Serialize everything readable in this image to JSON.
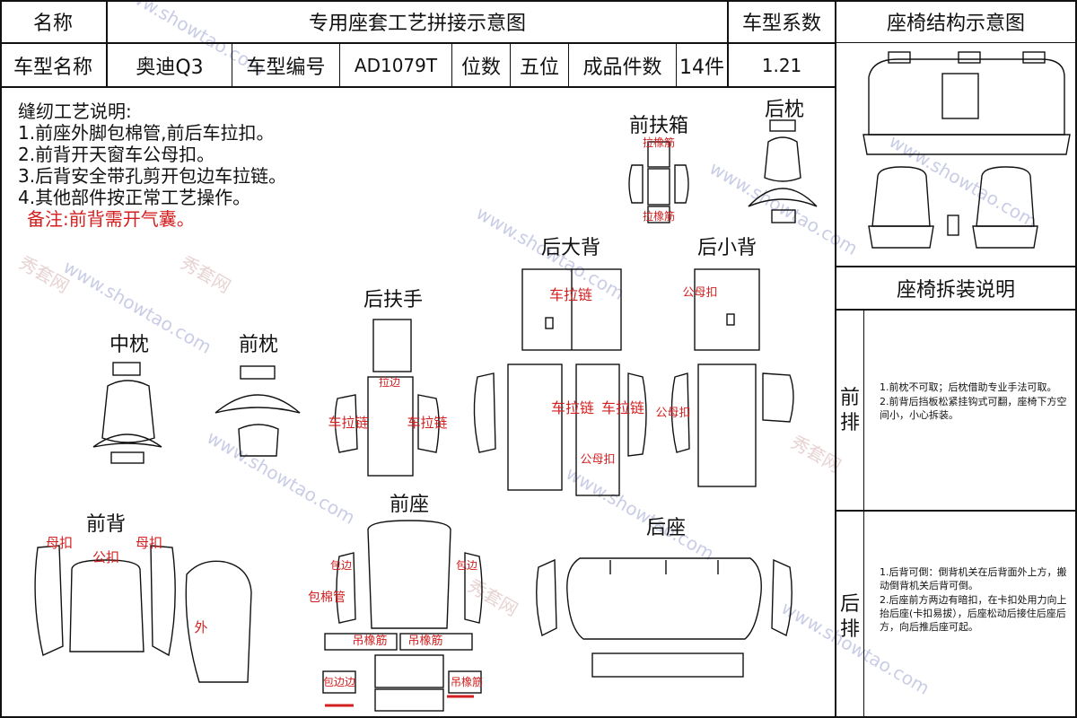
{
  "header": {
    "name_label": "名称",
    "title": "专用座套工艺拼接示意图",
    "factor_label": "车型系数",
    "structure_label": "座椅结构示意图"
  },
  "info": {
    "model_name_label": "车型名称",
    "model_name": "奥迪Q3",
    "model_code_label": "车型编号",
    "model_code": "AD1079T",
    "seats_label": "位数",
    "seats": "五位",
    "pieces_label": "成品件数",
    "pieces": "14件",
    "factor": "1.21"
  },
  "notes": {
    "title": "缝纫工艺说明:",
    "items": [
      "1.前座外脚包棉管,前后车拉扣。",
      "2.前背开天窗车公母扣。",
      "3.后背安全带孔剪开包边车拉链。",
      "4.其他部件按正常工艺操作。"
    ],
    "remark": "备注:前背需开气囊。"
  },
  "parts": {
    "front_armrest": "前扶箱",
    "rear_pillow": "后枕",
    "rear_big_back": "后大背",
    "rear_small_back": "后小背",
    "rear_armrest": "后扶手",
    "middle_pillow": "中枕",
    "front_pillow": "前枕",
    "front_seat": "前座",
    "front_back": "前背",
    "rear_seat": "后座"
  },
  "annotations": {
    "elastic": "拉橡筋",
    "zipper": "车拉链",
    "male_female": "公母扣",
    "female": "母扣",
    "male": "公扣",
    "outer": "外",
    "binding": "包边",
    "binding_cotton": "包棉管",
    "hang_elastic": "吊橡筋",
    "binding_edge": "包边边",
    "pull_edge": "拉边"
  },
  "side": {
    "disassembly_title": "座椅拆装说明",
    "front_row_label": "前排",
    "front_row_notes": [
      "1.前枕不可取；后枕借助专业手法可取。",
      "2.前背后挡板松紧挂钩式可翻，座椅下方空间小，小心拆装。"
    ],
    "rear_row_label": "后排",
    "rear_row_notes": [
      "1.后背可倒：倒背机关在后背面外上方，搬动倒背机关后背可倒。",
      "2.后座前方两边有暗扣，在卡扣处用力向上抬后座(卡扣易拔），后座松动后接住后座后方，向后推后座可起。"
    ]
  },
  "watermark": {
    "url": "www.showtao.com",
    "brand": "秀套网"
  },
  "colors": {
    "line": "#111111",
    "annotation": "#d21f1f",
    "watermark": "#c9cde6"
  }
}
